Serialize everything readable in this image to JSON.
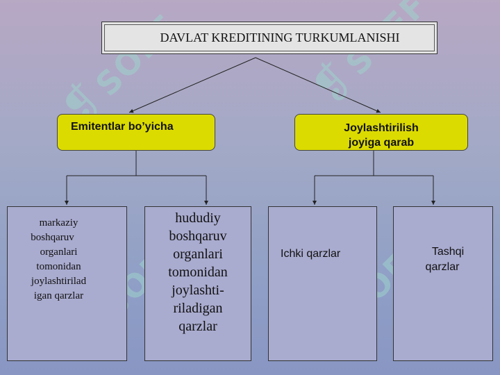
{
  "title": "DAVLAT KREDITINING TURKUMLANISHI",
  "categories": [
    {
      "label": "Emitentlar bo’yicha"
    },
    {
      "label": "Joylashtirilish joyiga qarab",
      "lines": [
        "Joylashtirilish",
        "joyiga qarab"
      ]
    }
  ],
  "leaves": [
    {
      "lines": [
        "markaziy",
        "boshqaruv",
        "organlari",
        "tomonidan",
        "joylashtirilad",
        "igan qarzlar"
      ]
    },
    {
      "lines": [
        "hududiy",
        "boshqaruv",
        "organlari",
        "tomonidan",
        "joylashti-",
        "riladigan",
        "qarzlar"
      ]
    },
    {
      "lines": [
        "Ichki qarzlar"
      ]
    },
    {
      "lines": [
        "Tashqi",
        "qarzlar"
      ]
    }
  ],
  "watermark": "SOFF",
  "colors": {
    "category_fill": "#dcdb00",
    "leaf_fill": "#a9abcf",
    "title_fill": "#e4e4e4"
  }
}
